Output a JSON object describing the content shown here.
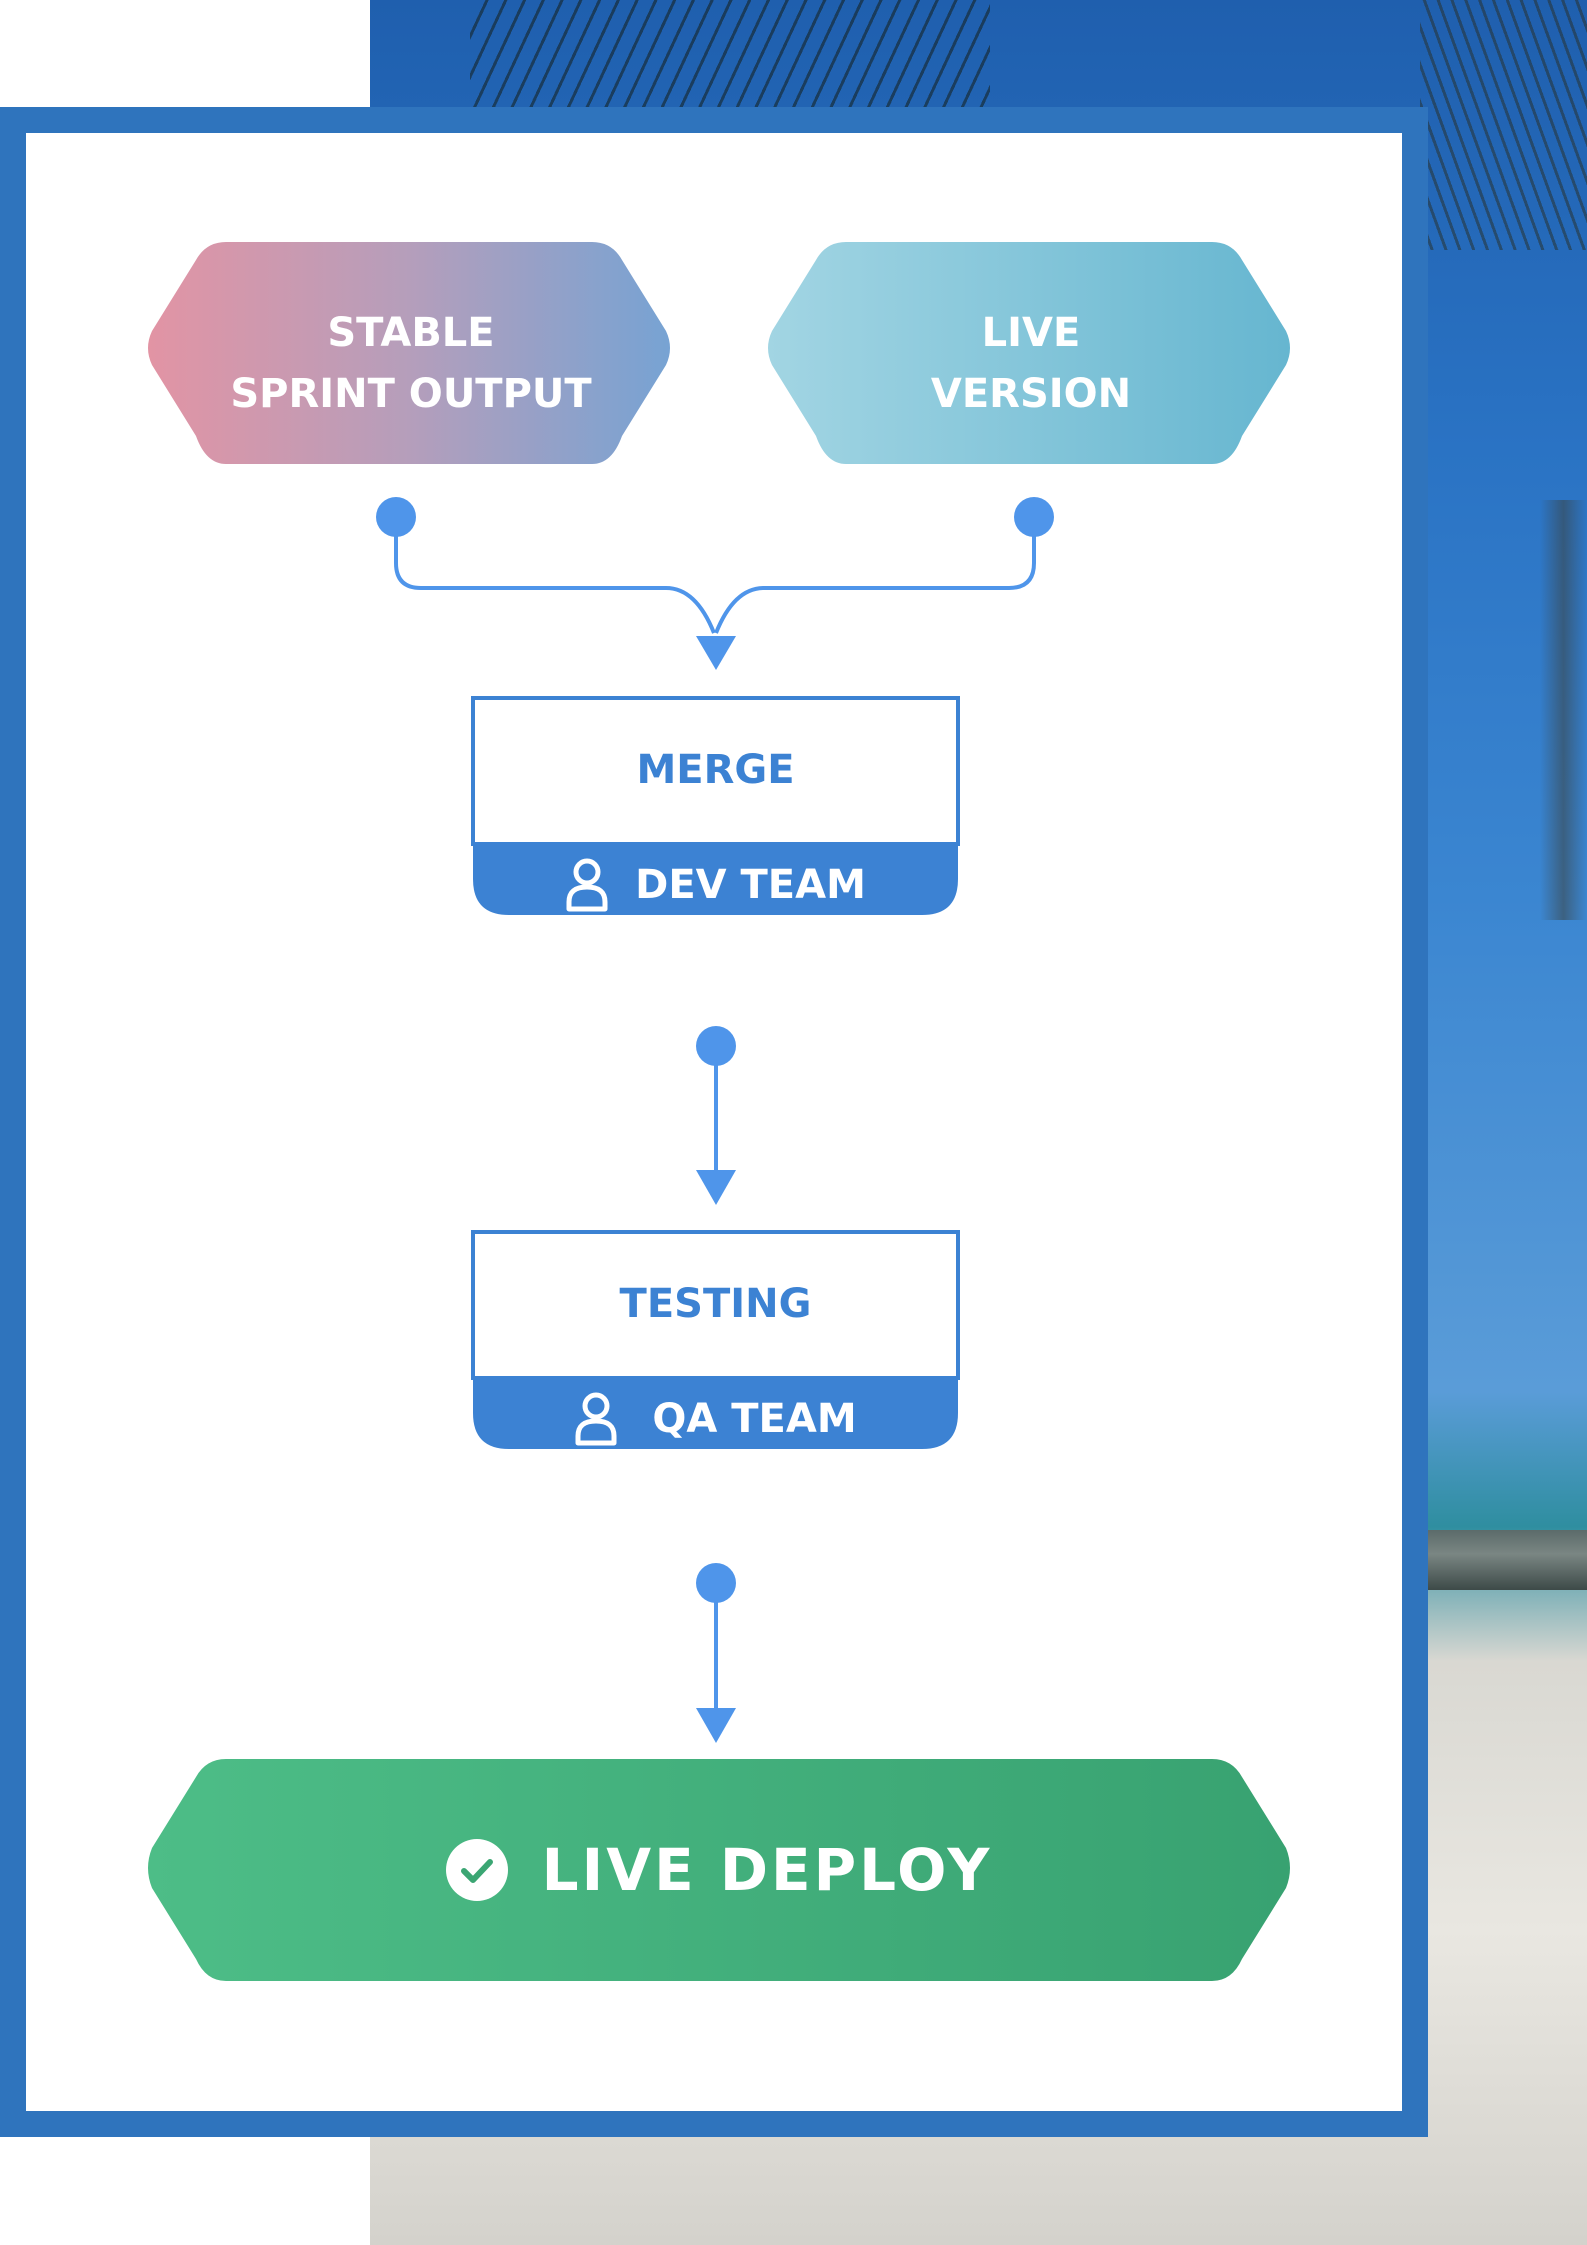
{
  "nodes": {
    "stable_sprint_output": {
      "line1": "STABLE",
      "line2": "SPRINT OUTPUT"
    },
    "live_version": {
      "line1": "LIVE",
      "line2": "VERSION"
    },
    "merge": {
      "title": "MERGE",
      "team": "DEV TEAM"
    },
    "testing": {
      "title": "TESTING",
      "team": "QA TEAM"
    },
    "live_deploy": {
      "label": "LIVE DEPLOY"
    }
  },
  "colors": {
    "frame": "#2f74bd",
    "accent_blue": "#3c82d3",
    "connector": "#4f95ea",
    "pink": "#dd95a6",
    "lavender_blue": "#7aa3d4",
    "aqua_light": "#95d1e0",
    "aqua": "#6ab9d2",
    "green_light": "#4cbb85",
    "green": "#3ba673"
  },
  "icons": {
    "team": "person-icon",
    "deploy": "check-circle-icon"
  }
}
